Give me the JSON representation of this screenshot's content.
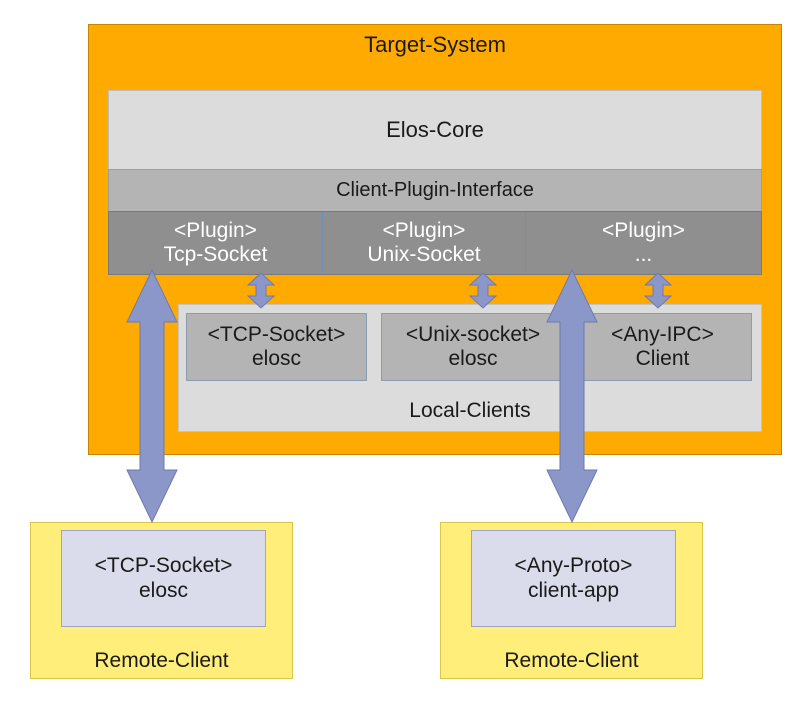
{
  "target_system": {
    "title": "Target-System"
  },
  "elos_core": {
    "label": "Elos-Core"
  },
  "client_plugin_interface": {
    "label": "Client-Plugin-Interface"
  },
  "plugins": [
    {
      "stereotype": "<Plugin>",
      "name": "Tcp-Socket"
    },
    {
      "stereotype": "<Plugin>",
      "name": "Unix-Socket"
    },
    {
      "stereotype": "<Plugin>",
      "name": "..."
    }
  ],
  "local_clients": {
    "label": "Local-Clients",
    "items": [
      {
        "stereotype": "<TCP-Socket>",
        "name": "elosc"
      },
      {
        "stereotype": "<Unix-socket>",
        "name": "elosc"
      },
      {
        "stereotype": "<Any-IPC>",
        "name": "Client"
      }
    ]
  },
  "remote_clients": [
    {
      "label": "Remote-Client",
      "stereotype": "<TCP-Socket>",
      "name": "elosc"
    },
    {
      "label": "Remote-Client",
      "stereotype": "<Any-Proto>",
      "name": "client-app"
    }
  ],
  "colors": {
    "target_bg": "#ffaa00",
    "core_bg": "#dcdcdc",
    "interface_bg": "#b4b4b4",
    "plugin_bg": "#8f8f8f",
    "remote_bg": "#ffef7a",
    "remote_inner_bg": "#dadceb",
    "arrow": "#8b97c9"
  }
}
